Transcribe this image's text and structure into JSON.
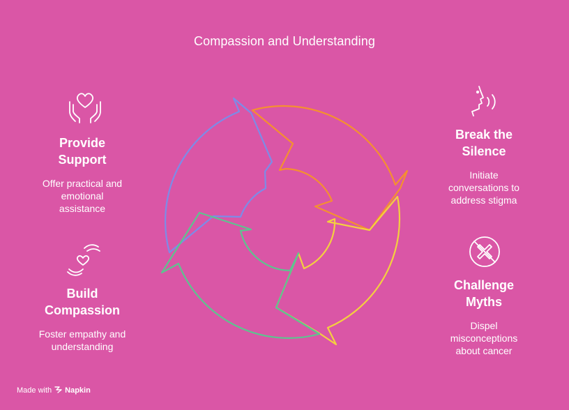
{
  "title": "Compassion and Understanding",
  "stages": [
    {
      "heading": "Provide\nSupport",
      "description": "Offer practical and\nemotional\nassistance",
      "icon": "hands-heart-icon",
      "color": "#7C8CE8"
    },
    {
      "heading": "Break the\nSilence",
      "description": "Initiate\nconversations to\naddress stigma",
      "icon": "speaking-head-icon",
      "color": "#F5902F"
    },
    {
      "heading": "Challenge\nMyths",
      "description": "Dispel\nmisconceptions\nabout cancer",
      "icon": "crossed-myth-icon",
      "color": "#F4D03F"
    },
    {
      "heading": "Build\nCompassion",
      "description": "Foster empathy and\nunderstanding",
      "icon": "giving-heart-icon",
      "color": "#5DC48F"
    }
  ],
  "footer": {
    "made_with": "Made with",
    "brand": "Napkin"
  }
}
